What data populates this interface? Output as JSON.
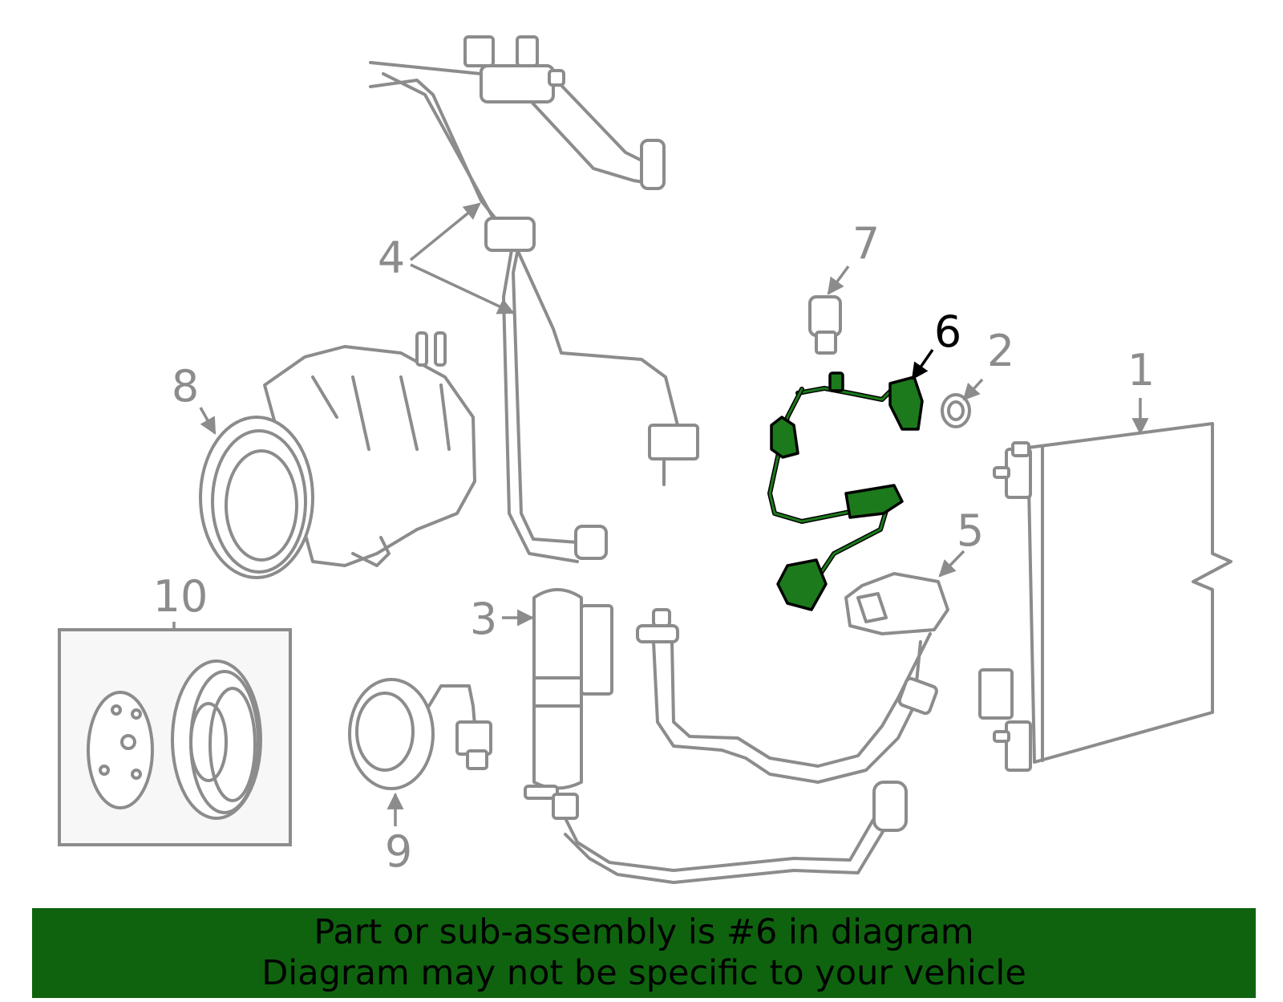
{
  "callouts": {
    "c1": "1",
    "c2": "2",
    "c3": "3",
    "c4": "4",
    "c5": "5",
    "c6": "6",
    "c7": "7",
    "c8": "8",
    "c9": "9",
    "c10": "10"
  },
  "highlighted_part": "6",
  "colors": {
    "highlight": "#1c7a1c",
    "banner": "#0f630f",
    "linework": "#8c8c8c"
  },
  "banner": {
    "line1": "Part or sub-assembly is #6 in diagram",
    "line2": "Diagram may not be specific to your vehicle"
  }
}
